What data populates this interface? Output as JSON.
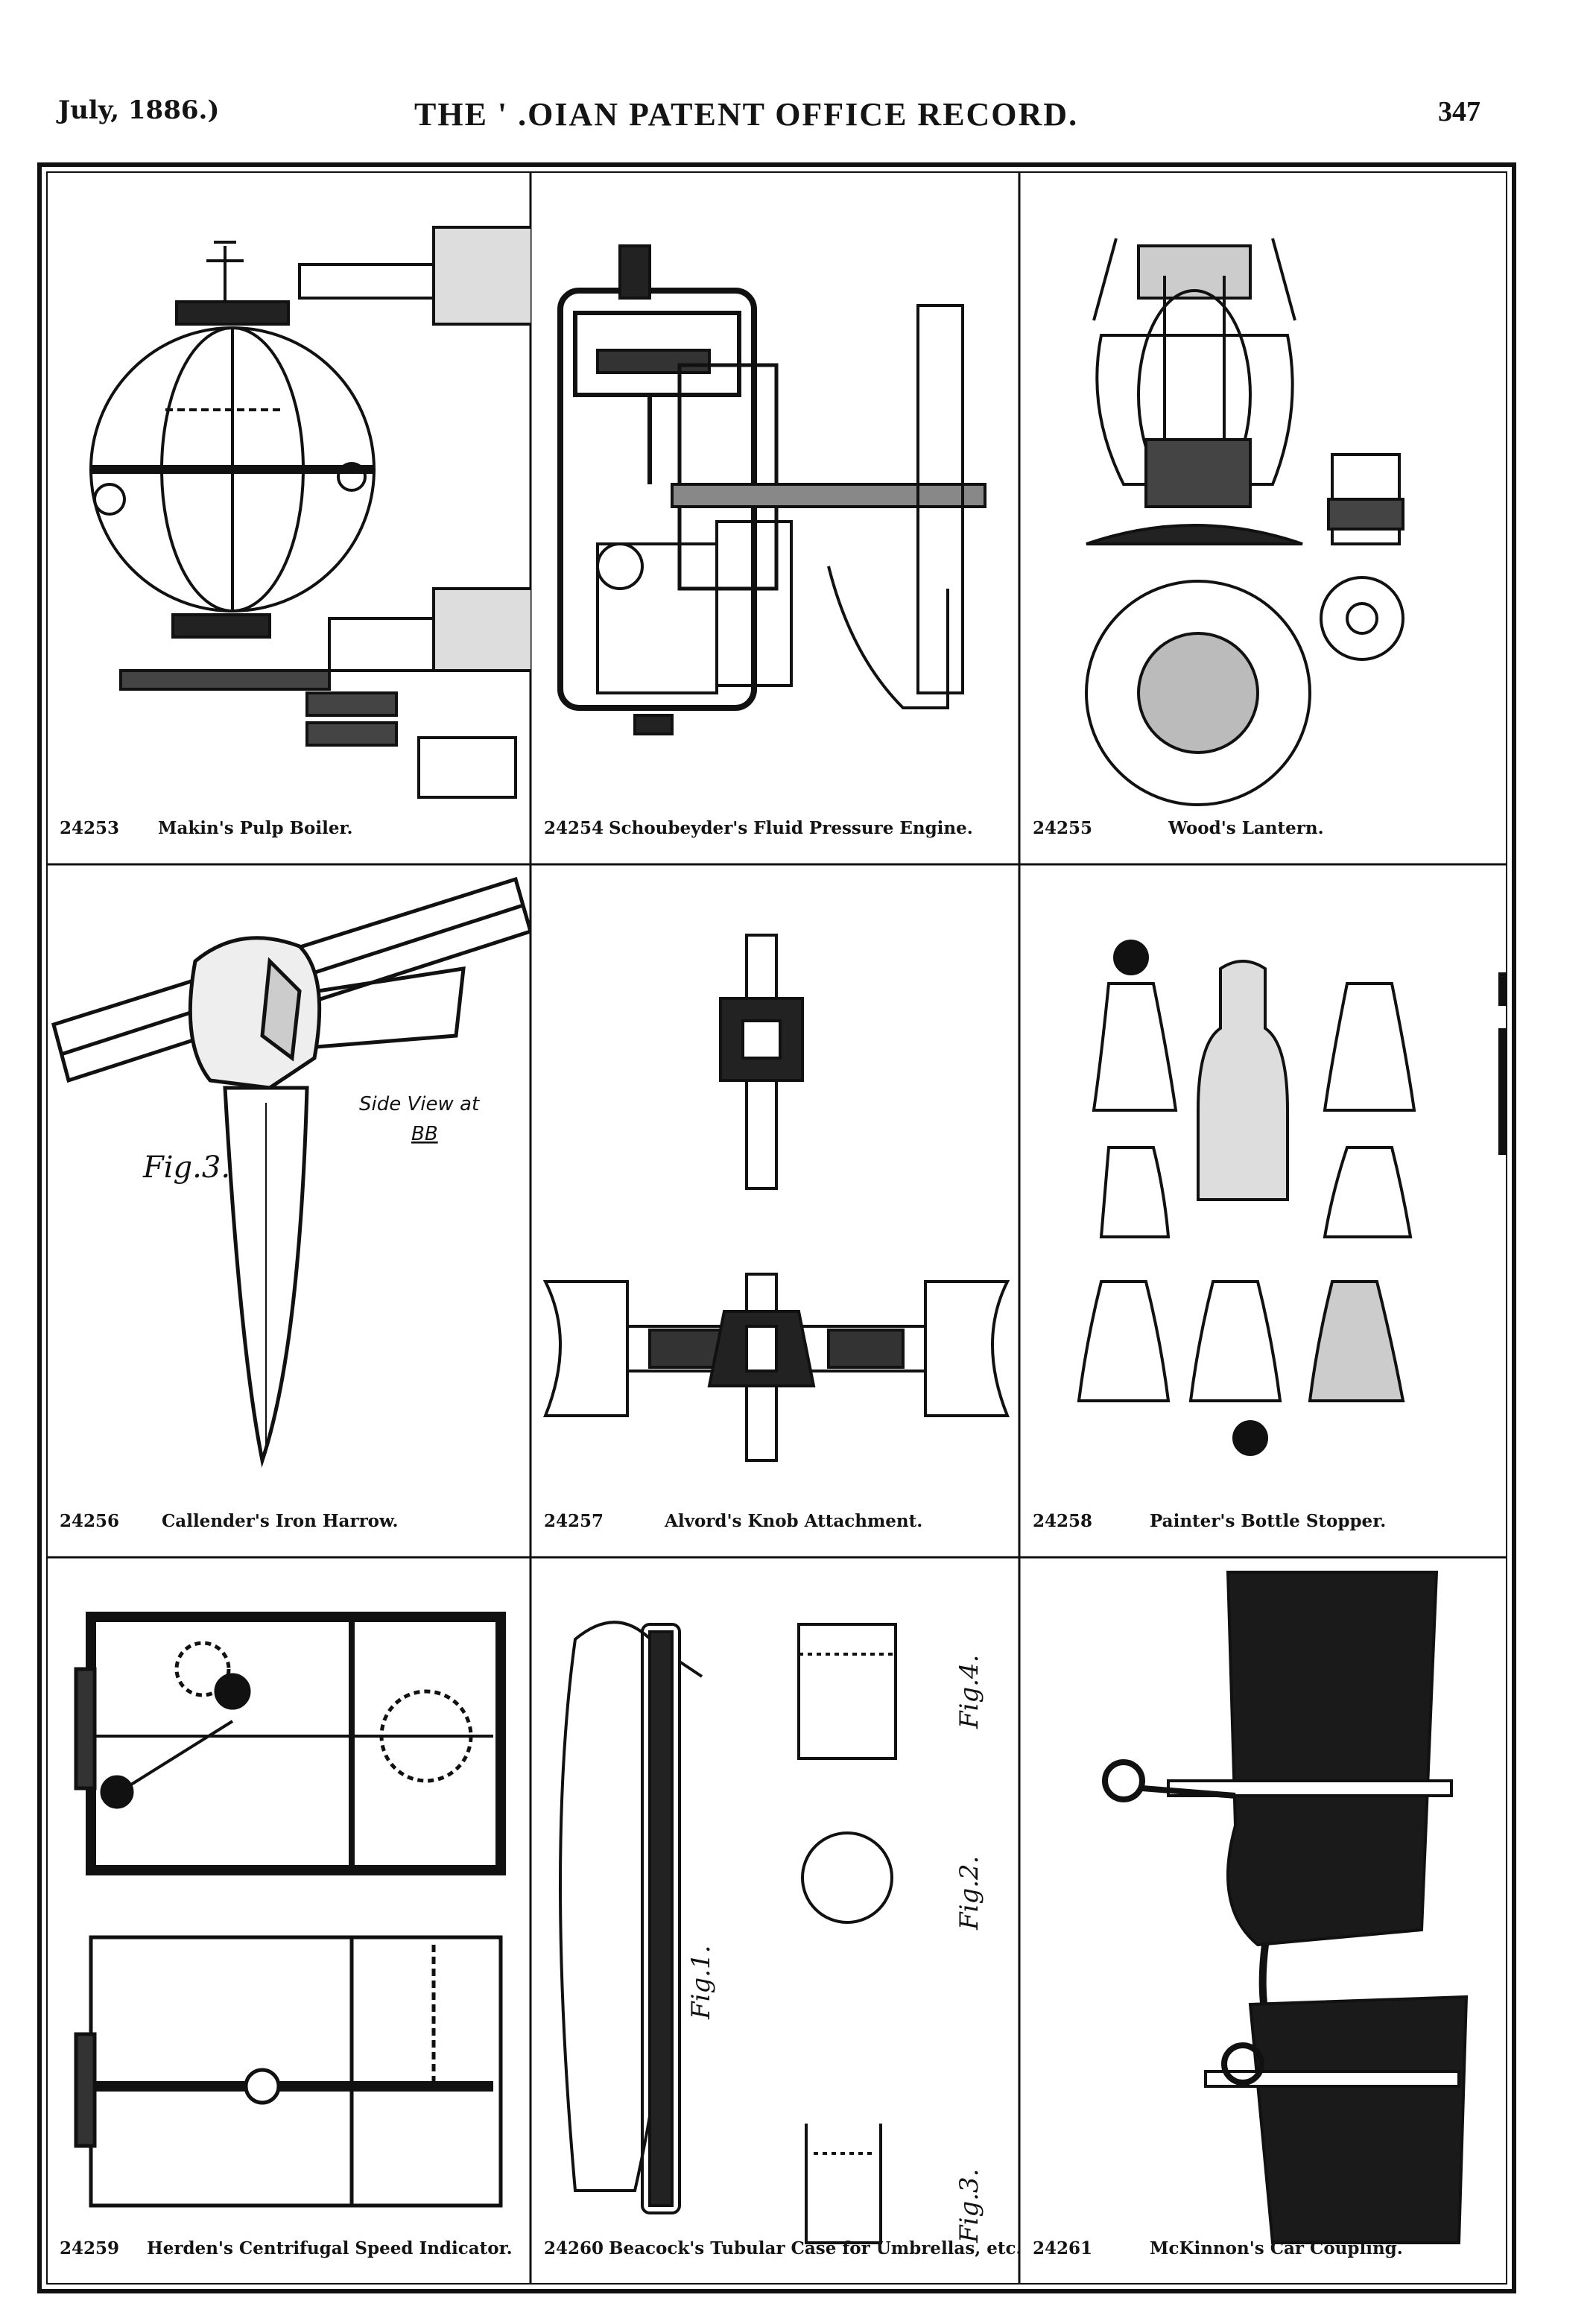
{
  "header": {
    "date": "July, 1886.)",
    "title": "THE ' .ΟIAN PATENT OFFICE RECORD.",
    "page_number": "347"
  },
  "figures": [
    {
      "number": "24253",
      "caption": "Makin's Pulp Boiler.",
      "icon": "pulp-boiler-drawing"
    },
    {
      "number": "24254",
      "caption": "Schoubeyder's Fluid Pressure Engine.",
      "icon": "pressure-engine-drawing"
    },
    {
      "number": "24255",
      "caption": "Wood's Lantern.",
      "icon": "lantern-drawing"
    },
    {
      "number": "24256",
      "caption": "Callender's Iron Harrow.",
      "icon": "harrow-drawing",
      "labels": {
        "fig": "Fig.3.",
        "side_view": "Side View at",
        "side_view_ref": "BB"
      }
    },
    {
      "number": "24257",
      "caption": "Alvord's Knob Attachment.",
      "icon": "knob-attachment-drawing"
    },
    {
      "number": "24258",
      "caption": "Painter's Bottle Stopper.",
      "icon": "bottle-stopper-drawing"
    },
    {
      "number": "24259",
      "caption": "Herden's Centrifugal Speed Indicator.",
      "icon": "speed-indicator-drawing"
    },
    {
      "number": "24260",
      "caption": "Beacock's Tubular Case for Umbrellas, etc.",
      "icon": "umbrella-case-drawing",
      "labels": {
        "fig1": "Fig.1.",
        "fig2": "Fig.2.",
        "fig3": "Fig.3.",
        "fig4": "Fig.4."
      }
    },
    {
      "number": "24261",
      "caption": "McKinnon's Car Coupling.",
      "icon": "car-coupling-drawing"
    }
  ]
}
